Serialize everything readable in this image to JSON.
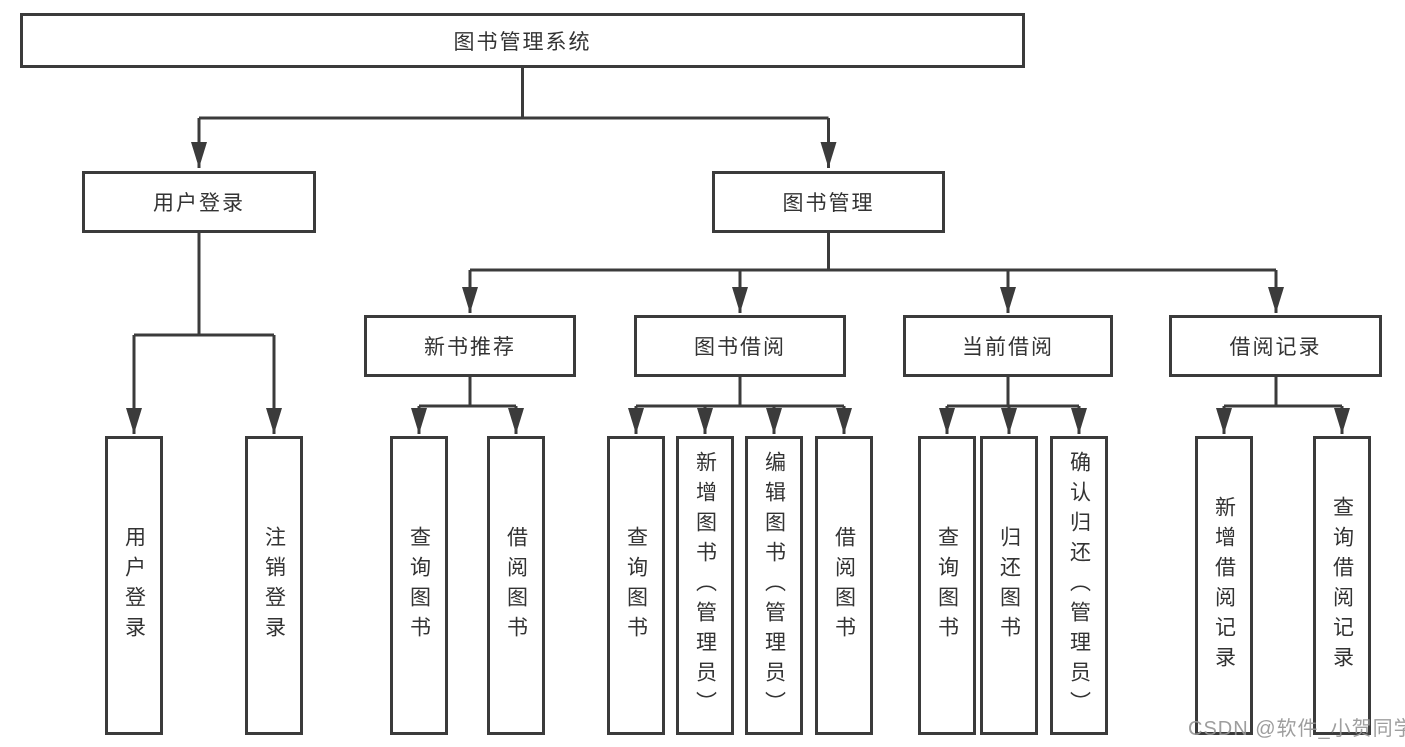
{
  "diagram": {
    "title": "图书管理系统",
    "root": {
      "label": "图书管理系统"
    },
    "level2": [
      {
        "label": "用户登录"
      },
      {
        "label": "图书管理"
      }
    ],
    "level3": [
      {
        "label": "新书推荐",
        "parent": "图书管理"
      },
      {
        "label": "图书借阅",
        "parent": "图书管理"
      },
      {
        "label": "当前借阅",
        "parent": "图书管理"
      },
      {
        "label": "借阅记录",
        "parent": "图书管理"
      }
    ],
    "leaves": [
      {
        "label": "用户登录",
        "parent": "用户登录"
      },
      {
        "label": "注销登录",
        "parent": "用户登录"
      },
      {
        "label": "查询图书",
        "parent": "新书推荐"
      },
      {
        "label": "借阅图书",
        "parent": "新书推荐"
      },
      {
        "label": "查询图书",
        "parent": "图书借阅"
      },
      {
        "label": "新增图书（管理员）",
        "parent": "图书借阅"
      },
      {
        "label": "编辑图书（管理员）",
        "parent": "图书借阅"
      },
      {
        "label": "借阅图书",
        "parent": "图书借阅"
      },
      {
        "label": "查询图书",
        "parent": "当前借阅"
      },
      {
        "label": "归还图书",
        "parent": "当前借阅"
      },
      {
        "label": "确认归还（管理员）",
        "parent": "当前借阅"
      },
      {
        "label": "新增借阅记录",
        "parent": "借阅记录"
      },
      {
        "label": "查询借阅记录",
        "parent": "借阅记录"
      }
    ],
    "watermark": "CSDN @软件_小贺同学",
    "colors": {
      "line": "#3b3b3b",
      "text": "#333333",
      "background": "#ffffff",
      "watermark": "#969696"
    }
  }
}
